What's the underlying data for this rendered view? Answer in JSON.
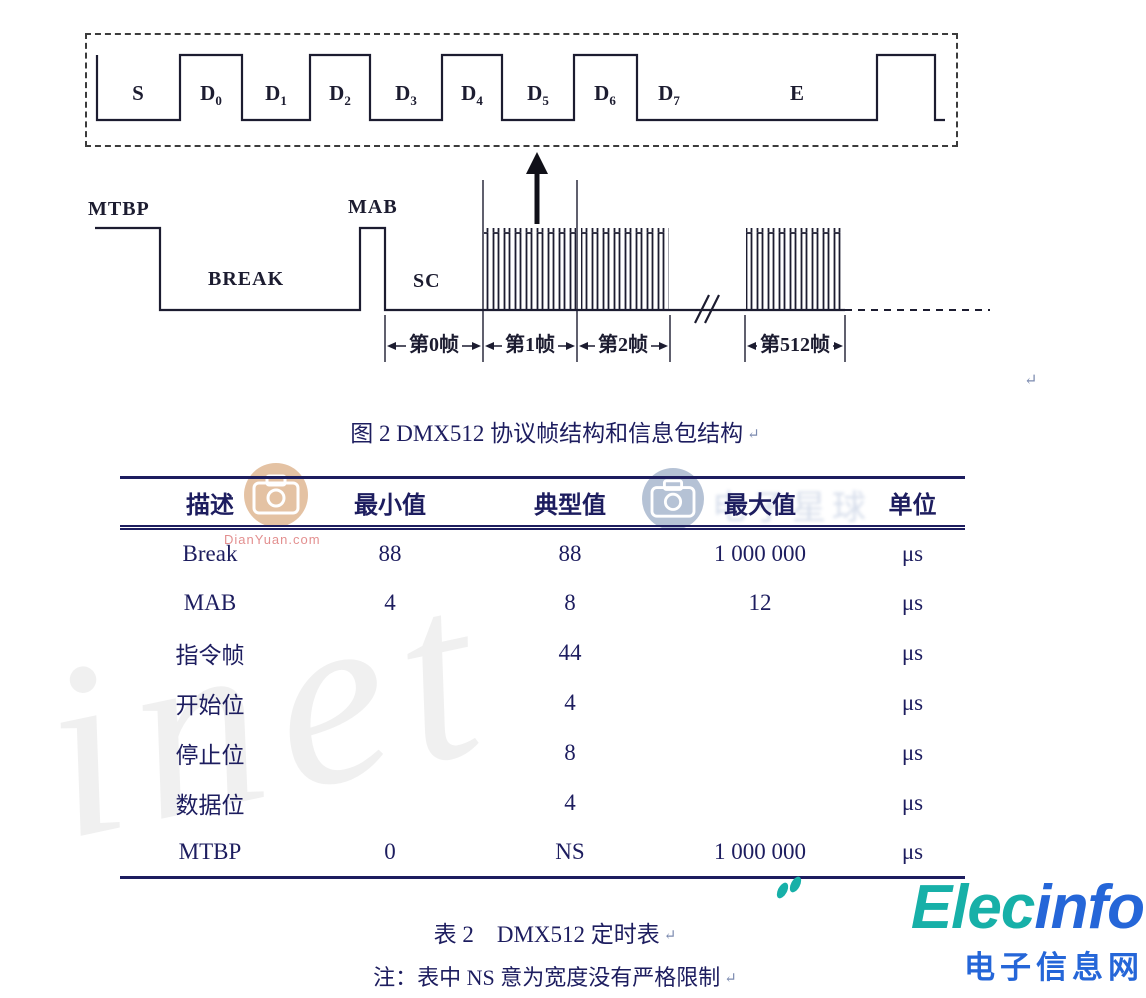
{
  "figure": {
    "caption": "图 2 DMX512 协议帧结构和信息包结构",
    "packet_bits": [
      {
        "t": "S",
        "sub": ""
      },
      {
        "t": "D",
        "sub": "0"
      },
      {
        "t": "D",
        "sub": "1"
      },
      {
        "t": "D",
        "sub": "2"
      },
      {
        "t": "D",
        "sub": "3"
      },
      {
        "t": "D",
        "sub": "4"
      },
      {
        "t": "D",
        "sub": "5"
      },
      {
        "t": "D",
        "sub": "6"
      },
      {
        "t": "D",
        "sub": "7"
      },
      {
        "t": "E",
        "sub": ""
      }
    ],
    "labels": {
      "mtbp": "MTBP",
      "break": "BREAK",
      "mab": "MAB",
      "sc": "SC"
    },
    "frames": [
      "第0帧",
      "第1帧",
      "第2帧",
      "第512帧"
    ]
  },
  "table": {
    "caption": "表 2　DMX512 定时表",
    "note": "注：表中 NS 意为宽度没有严格限制",
    "headers": [
      "描述",
      "最小值",
      "典型值",
      "最大值",
      "单位"
    ],
    "rows": [
      [
        "Break",
        "88",
        "88",
        "1 000 000",
        "μs"
      ],
      [
        "MAB",
        "4",
        "8",
        "12",
        "μs"
      ],
      [
        "指令帧",
        "",
        "44",
        "",
        "μs"
      ],
      [
        "开始位",
        "",
        "4",
        "",
        "μs"
      ],
      [
        "停止位",
        "",
        "8",
        "",
        "μs"
      ],
      [
        "数据位",
        "",
        "4",
        "",
        "μs"
      ],
      [
        "MTBP",
        "0",
        "NS",
        "1 000 000",
        "μs"
      ]
    ]
  },
  "watermarks": {
    "badge1_text": "DianYuan.com",
    "badge2_text": "电子星球",
    "big_text": "inet",
    "logo_part1": "Elec",
    "logo_part2": "info",
    "logo_subtitle": "电子信息网"
  },
  "pilcrow": "↵"
}
